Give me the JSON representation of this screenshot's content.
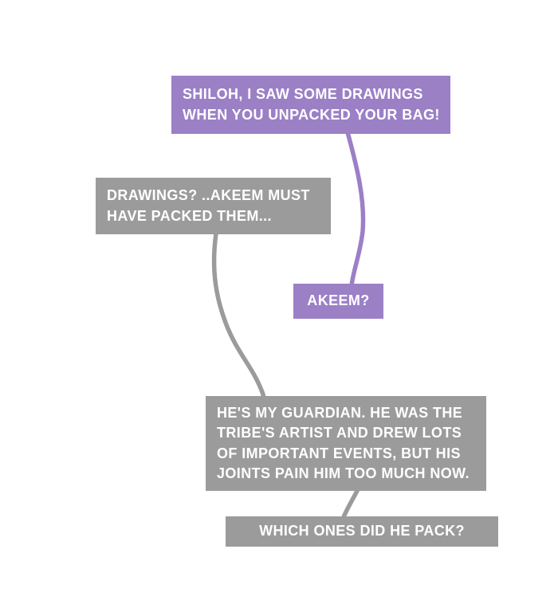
{
  "panel": {
    "background": "#ffffff"
  },
  "colors": {
    "purple_bubble": "#9b80c6",
    "gray_bubble": "#9b9b9b",
    "bubble_text": "#ffffff"
  },
  "dialogue": [
    {
      "speaker_color": "purple",
      "text": "SHILOH, I SAW SOME DRAWINGS\nWHEN YOU UNPACKED YOUR BAG!"
    },
    {
      "speaker_color": "gray",
      "text": "DRAWINGS? ..AKEEM MUST\nHAVE PACKED THEM..."
    },
    {
      "speaker_color": "purple",
      "text": "AKEEM?"
    },
    {
      "speaker_color": "gray",
      "text": "HE'S MY GUARDIAN. HE WAS THE\nTRIBE'S ARTIST AND DREW LOTS\nOF IMPORTANT EVENTS, BUT HIS\nJOINTS PAIN HIM TOO MUCH NOW."
    },
    {
      "speaker_color": "gray",
      "text": "WHICH ONES DID HE PACK?"
    }
  ]
}
